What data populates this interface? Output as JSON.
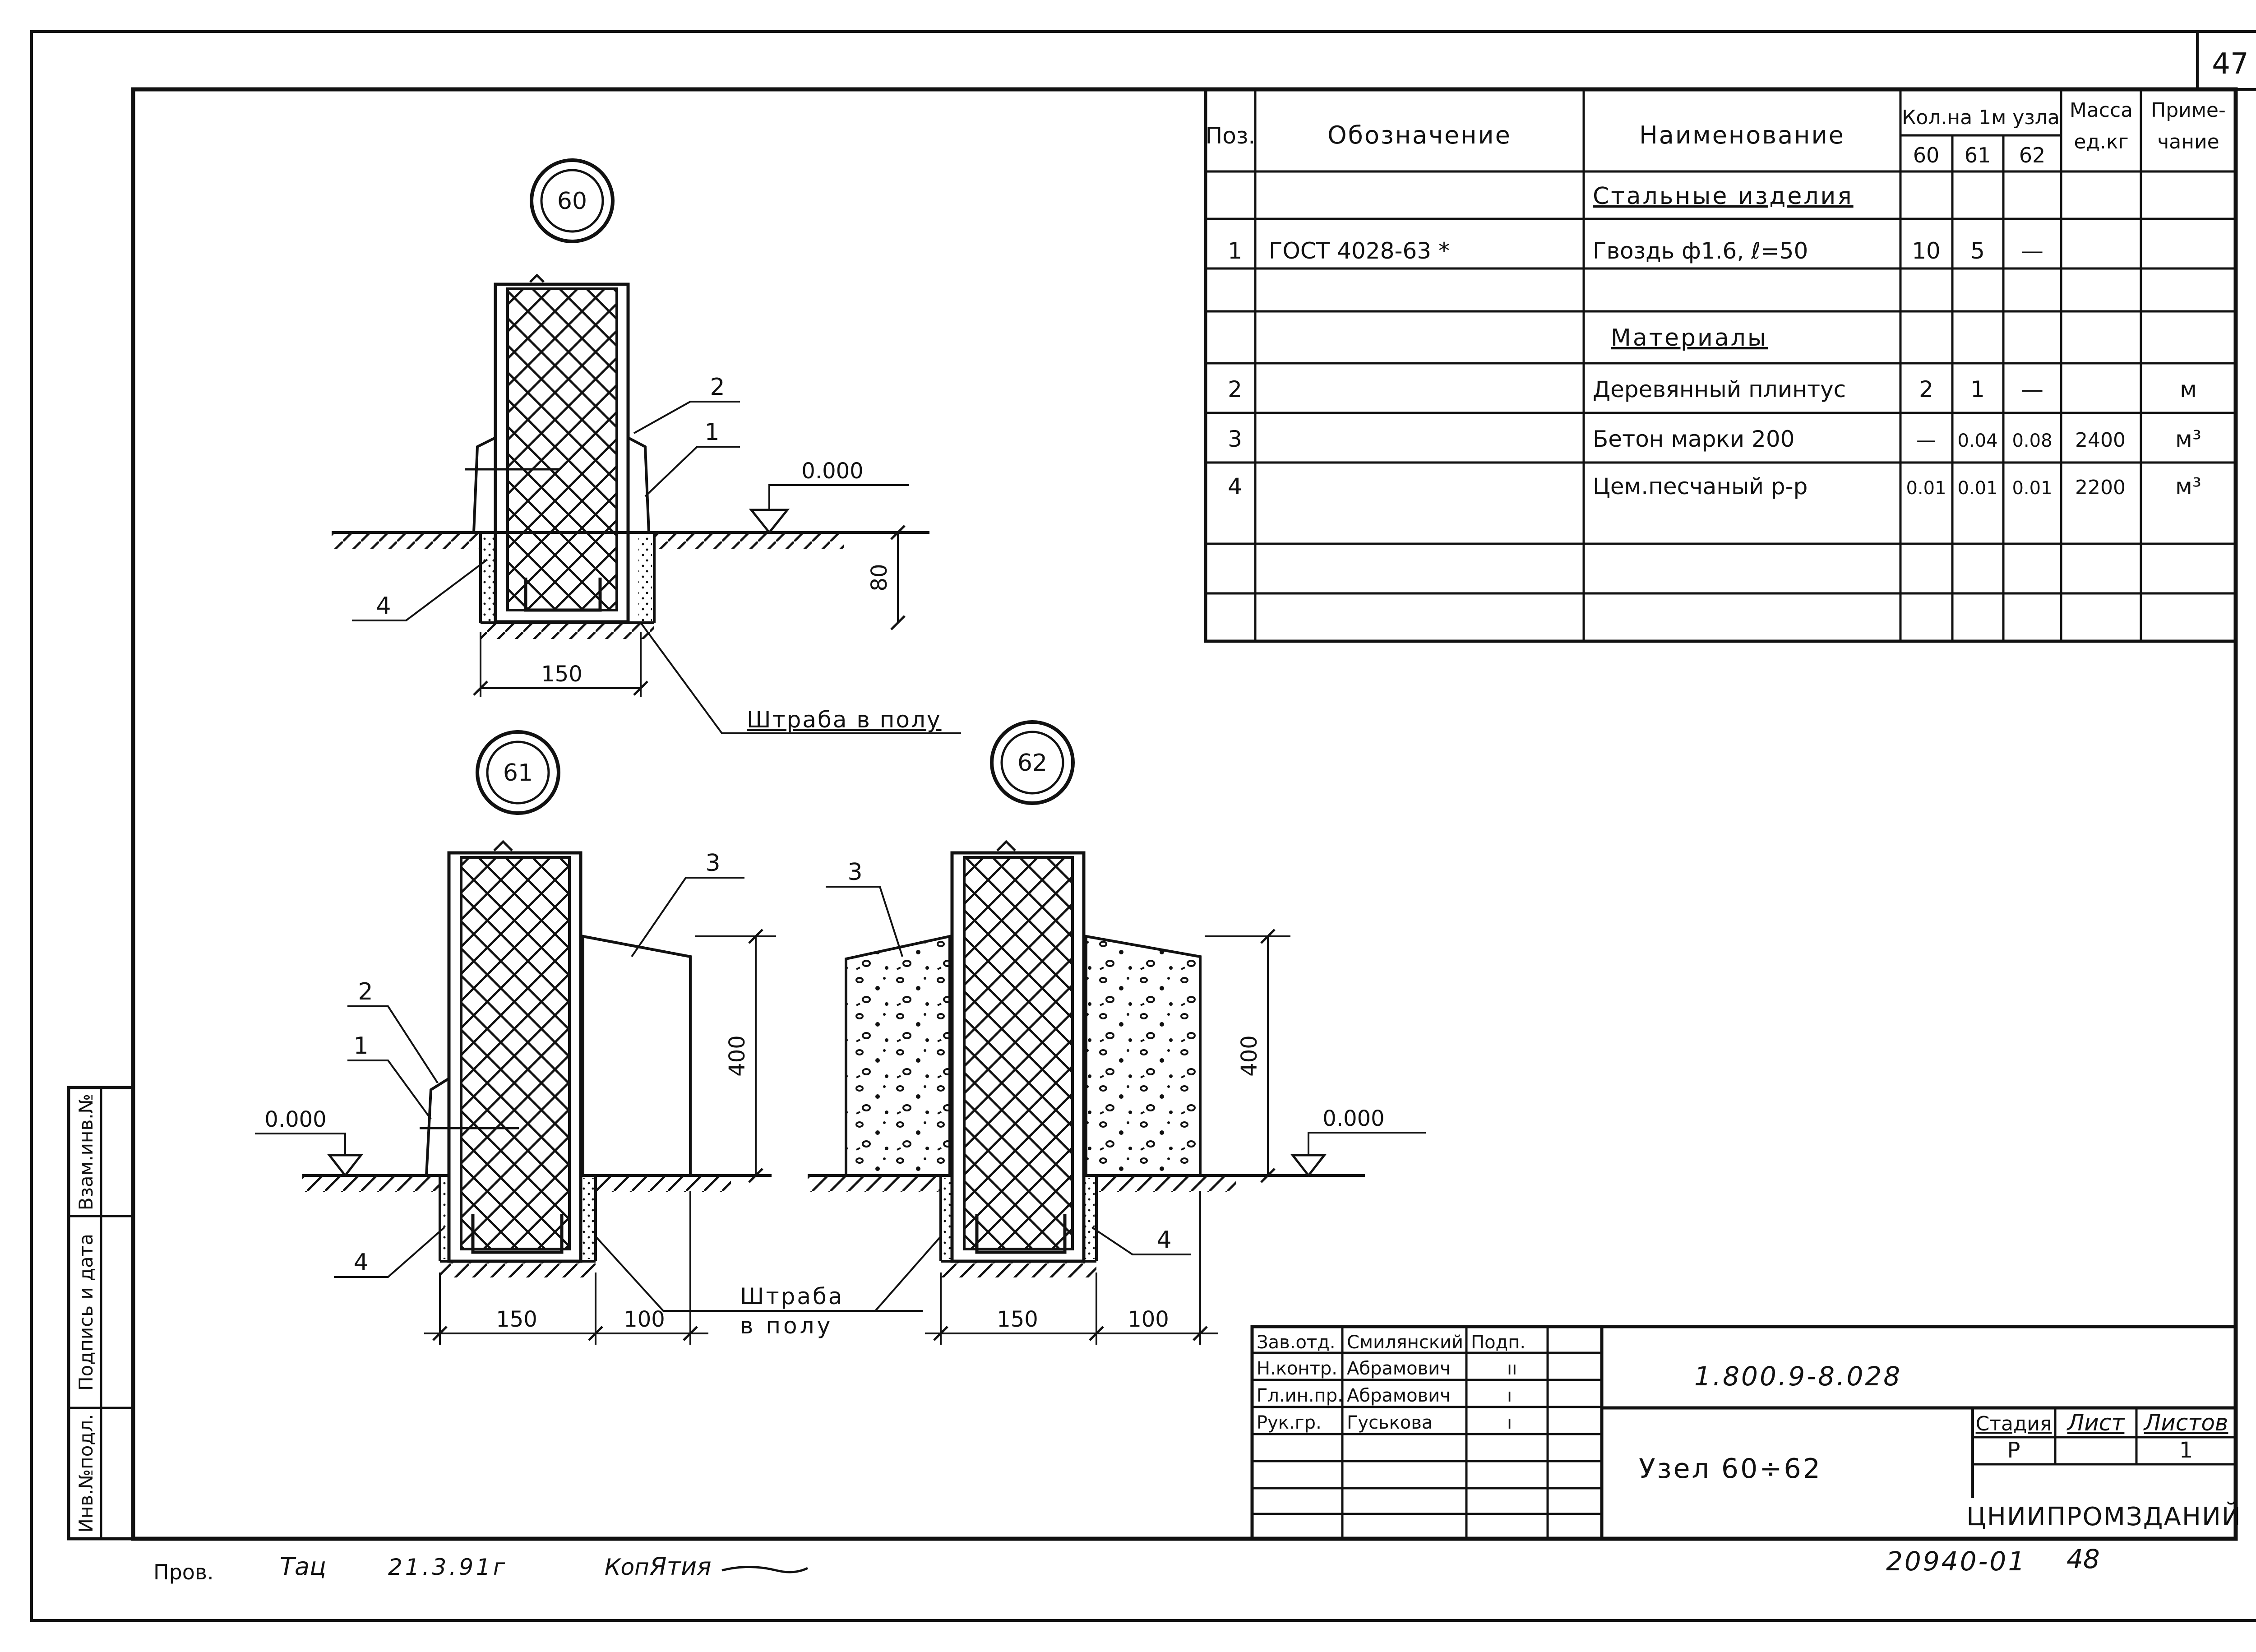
{
  "sheet_corner_number": "47",
  "spec_table": {
    "headers": {
      "pos": "Поз.",
      "designation": "Обозначение",
      "name": "Наименование",
      "qty_group": "Кол.на 1м узла",
      "qty_cols": [
        "60",
        "61",
        "62"
      ],
      "mass": "Масса ед.кг",
      "note": "Приме-чание"
    },
    "rows": [
      {
        "pos": "",
        "designation": "",
        "name": "Стальные изделия",
        "q60": "",
        "q61": "",
        "q62": "",
        "mass": "",
        "note": "",
        "heading": true
      },
      {
        "pos": "1",
        "designation": "ГОСТ 4028-63 *",
        "name": "Гвоздь ф1.6, ℓ=50",
        "q60": "10",
        "q61": "5",
        "q62": "—",
        "mass": "",
        "note": ""
      },
      {
        "pos": "",
        "designation": "",
        "name": "",
        "q60": "",
        "q61": "",
        "q62": "",
        "mass": "",
        "note": ""
      },
      {
        "pos": "",
        "designation": "",
        "name": "Материалы",
        "q60": "",
        "q61": "",
        "q62": "",
        "mass": "",
        "note": "",
        "heading": true
      },
      {
        "pos": "2",
        "designation": "",
        "name": "Деревянный плинтус",
        "q60": "2",
        "q61": "1",
        "q62": "—",
        "mass": "",
        "note": "м"
      },
      {
        "pos": "3",
        "designation": "",
        "name": "Бетон марки 200",
        "q60": "—",
        "q61": "0.04",
        "q62": "0.08",
        "mass": "2400",
        "note": "м³"
      },
      {
        "pos": "4",
        "designation": "",
        "name": "Цем.песчаный р-р",
        "q60": "0.01",
        "q61": "0.01",
        "q62": "0.01",
        "mass": "2200",
        "note": "м³"
      },
      {
        "pos": "",
        "designation": "",
        "name": "",
        "q60": "",
        "q61": "",
        "q62": "",
        "mass": "",
        "note": ""
      },
      {
        "pos": "",
        "designation": "",
        "name": "",
        "q60": "",
        "q61": "",
        "q62": "",
        "mass": "",
        "note": ""
      }
    ]
  },
  "details": {
    "d60": {
      "bubble": "60",
      "callout_2": "2",
      "callout_1": "1",
      "callout_4": "4",
      "level": "0.000",
      "dim_height": "80",
      "dim_width": "150",
      "groove_label": "Штраба в полу"
    },
    "d61": {
      "bubble": "61",
      "callout_3": "3",
      "callout_2": "2",
      "callout_1": "1",
      "callout_4": "4",
      "level": "0.000",
      "dim_height": "400",
      "dim_w1": "150",
      "dim_w2": "100",
      "groove_line1": "Штраба",
      "groove_line2": "в полу"
    },
    "d62": {
      "bubble": "62",
      "callout_3": "3",
      "callout_4": "4",
      "level": "0.000",
      "dim_height": "400",
      "dim_w1": "150",
      "dim_w2": "100"
    }
  },
  "side_stamp": [
    "Инв.№подл.",
    "Подпись и дата",
    "Взам.инв.№"
  ],
  "title_block": {
    "code": "1.800.9-8.028",
    "title": "Узел 60÷62",
    "org": "ЦНИИПРОМЗДАНИЙ",
    "stage_label": "Стадия",
    "sheet_label": "Лист",
    "sheets_label": "Листов",
    "stage": "Р",
    "sheet": "",
    "sheets": "1",
    "people": [
      {
        "role": "Зав.отд.",
        "name": "Смилянский",
        "sign": "Подп."
      },
      {
        "role": "Н.контр.",
        "name": "Абрамович",
        "sign": "ıı"
      },
      {
        "role": "Гл.ин.пр.",
        "name": "Абрамович",
        "sign": "ı"
      },
      {
        "role": "Рук.гр.",
        "name": "Гуськова",
        "sign": "ı"
      }
    ]
  },
  "footer": {
    "check_label": "Пров.",
    "check_sign": "Тац",
    "check_date": "21.3.91г",
    "copy_label": "Коп.",
    "copy_sign": "Ятия",
    "doc_number": "20940-01",
    "page": "48"
  }
}
